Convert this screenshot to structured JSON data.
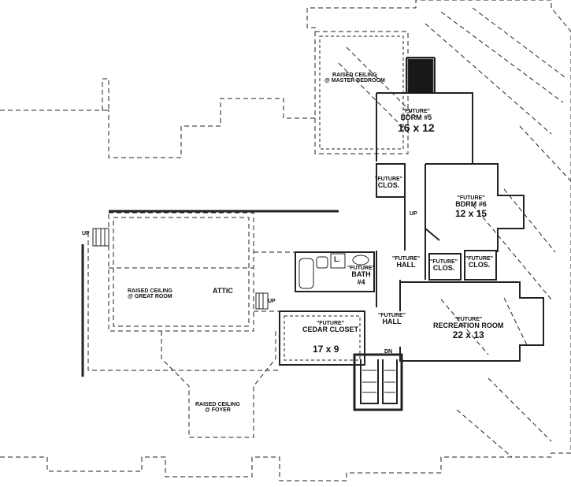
{
  "plan": {
    "rooms": {
      "master_ceiling": [
        "RAISED CEILING",
        "@ MASTER BEDROOM"
      ],
      "bdrm5": {
        "tag": "\"FUTURE\"",
        "name": "BDRM #5",
        "size": "16 x 12"
      },
      "clos_top": {
        "tag": "\"FUTURE\"",
        "name": "CLOS."
      },
      "bdrm6": {
        "tag": "\"FUTURE\"",
        "name": "BDRM #6",
        "size": "12 x 15"
      },
      "hall_upper": {
        "tag": "\"FUTURE\"",
        "name": "HALL"
      },
      "clos_mid": {
        "tag": "\"FUTURE\"",
        "name": "CLOS."
      },
      "clos_right": {
        "tag": "\"FUTURE\"",
        "name": "CLOS."
      },
      "bath4": {
        "tag": "\"FUTURE\"",
        "name": "BATH",
        "num": "#4"
      },
      "linen": "L.",
      "great_room_ceiling": [
        "RAISED CEILING",
        "@ GREAT ROOM"
      ],
      "attic": "ATTIC",
      "cedar_closet": {
        "tag": "\"FUTURE\"",
        "name": "CEDAR CLOSET",
        "size": "17 x 9"
      },
      "hall_lower": {
        "tag": "\"FUTURE\"",
        "name": "HALL"
      },
      "recreation": {
        "tag": "\"FUTURE\"",
        "name": "RECREATION ROOM",
        "size": "22 x 13"
      },
      "foyer_ceiling": [
        "RAISED CEILING",
        "@ FOYER"
      ]
    },
    "stair_marks": {
      "up_left": "UP",
      "up_attic": "UP",
      "up_hall": "UP",
      "dn": "DN"
    }
  }
}
